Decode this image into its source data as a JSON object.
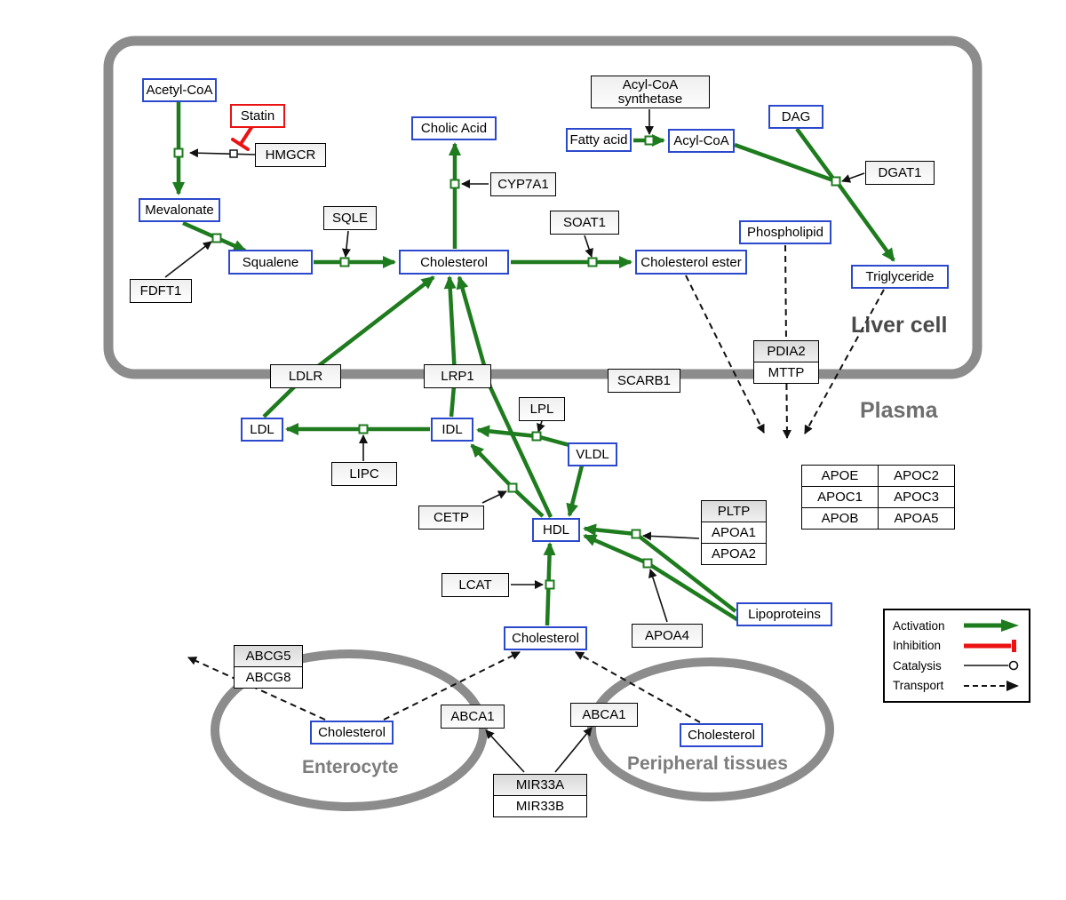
{
  "compartments": {
    "liver": "Liver cell",
    "plasma": "Plasma",
    "enterocyte": "Enterocyte",
    "peripheral": "Peripheral tissues"
  },
  "nodes": {
    "acetyl_coa": "Acetyl-CoA",
    "statin": "Statin",
    "hmgcr": "HMGCR",
    "mevalonate": "Mevalonate",
    "fdft1": "FDFT1",
    "squalene": "Squalene",
    "sqle": "SQLE",
    "cholic_acid": "Cholic Acid",
    "cyp7a1": "CYP7A1",
    "cholesterol_liver": "Cholesterol",
    "soat1": "SOAT1",
    "cholesterol_ester": "Cholesterol ester",
    "acyl_coa_synthetase_line1": "Acyl-CoA",
    "acyl_coa_synthetase_line2": "synthetase",
    "fatty_acid": "Fatty acid",
    "acyl_coa": "Acyl-CoA",
    "dag": "DAG",
    "dgat1": "DGAT1",
    "phospholipid": "Phospholipid",
    "triglyceride": "Triglyceride",
    "ldlr": "LDLR",
    "lrp1": "LRP1",
    "scarb1": "SCARB1",
    "pdia2": "PDIA2",
    "mttp": "MTTP",
    "ldl": "LDL",
    "idl": "IDL",
    "lipc": "LIPC",
    "lpl": "LPL",
    "vldl": "VLDL",
    "cetp": "CETP",
    "hdl": "HDL",
    "lcat": "LCAT",
    "pltp": "PLTP",
    "apoa1": "APOA1",
    "apoa2": "APOA2",
    "apoa4": "APOA4",
    "lipoproteins": "Lipoproteins",
    "cholesterol_plasma": "Cholesterol",
    "abcg5": "ABCG5",
    "abcg8": "ABCG8",
    "cholesterol_enterocyte": "Cholesterol",
    "abca1_left": "ABCA1",
    "abca1_right": "ABCA1",
    "cholesterol_peripheral": "Cholesterol",
    "mir33a": "MIR33A",
    "mir33b": "MIR33B"
  },
  "apo_table": {
    "rows": [
      [
        "APOE",
        "APOC2"
      ],
      [
        "APOC1",
        "APOC3"
      ],
      [
        "APOB",
        "APOA5"
      ]
    ]
  },
  "legend": {
    "activation": "Activation",
    "inhibition": "Inhibition",
    "catalysis": "Catalysis",
    "transport": "Transport"
  },
  "colors": {
    "activation_green": "#1e7b1e",
    "inhibition_red": "#ea1212",
    "entity_border_blue": "#2b49cc",
    "compartment_gray": "#8c8c8c"
  }
}
